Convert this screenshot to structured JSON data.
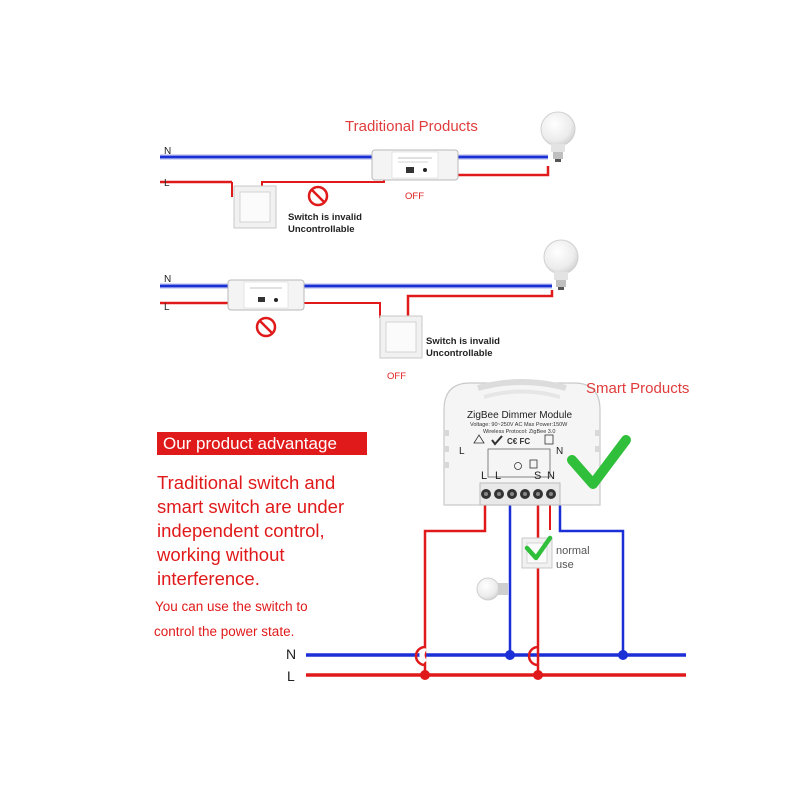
{
  "colors": {
    "neutral_wire": "#1b2fd6",
    "live_wire": "#e01a1a",
    "accent": "#e01a1a",
    "check": "#2fbf3a"
  },
  "section_top": {
    "title": "Traditional Products",
    "diagram1": {
      "n_label": "N",
      "l_label": "L",
      "status": "OFF",
      "note": [
        "Switch is invalid",
        "Uncontrollable"
      ]
    },
    "diagram2": {
      "n_label": "N",
      "l_label": "L",
      "status": "OFF",
      "note": [
        "Switch is invalid",
        "Uncontrollable"
      ]
    }
  },
  "section_smart": {
    "title": "Smart Products",
    "module": {
      "title": "ZigBee Dimmer Module",
      "spec_lines": [
        "Voltage: 90~250V AC Max Power:150W",
        "Wireless Protocol: ZigBee 3.0"
      ],
      "terminals": [
        "L",
        "L",
        "S",
        "N"
      ],
      "left_pins": [
        "L",
        "N"
      ]
    },
    "normal_use": [
      "normal",
      "use"
    ],
    "n_label": "N",
    "l_label": "L"
  },
  "advantage": {
    "banner": "Our product advantage",
    "main_lines": [
      "Traditional switch and",
      "smart switch are under",
      "independent control,",
      "working without",
      "interference."
    ],
    "sub_lines": [
      "You can use the switch to",
      "control the power state."
    ]
  }
}
